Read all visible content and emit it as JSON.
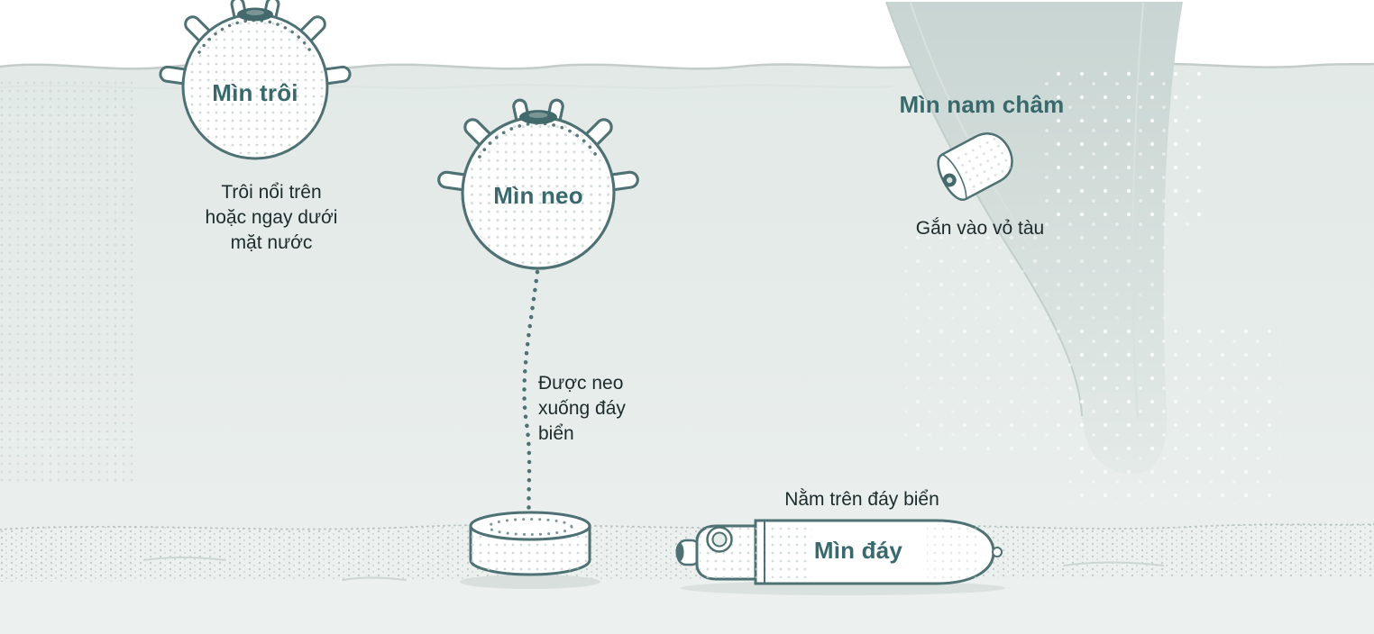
{
  "diagram": {
    "mines": {
      "floating": {
        "title": "Mìn trôi",
        "caption": "Trôi nổi trên hoặc ngay dưới mặt nước",
        "icon": "contact-mine-icon"
      },
      "moored": {
        "title": "Mìn neo",
        "caption": "Được neo xuống đáy biển",
        "icon": "moored-contact-mine-icon"
      },
      "magnetic": {
        "title": "Mìn nam châm",
        "caption": "Gắn vào vỏ tàu",
        "icon": "magnetic-mine-icon"
      },
      "bottom": {
        "title": "Mìn đáy",
        "caption": "Nằm trên đáy biển",
        "icon": "bottom-mine-icon"
      }
    },
    "colors": {
      "title_text": "#38696c",
      "caption_text": "#1c2b2b",
      "mine_outline": "#4e7174",
      "water": "#e5ebe9",
      "ship_hull": "#c9d6d3",
      "seabed": "#ecf0ee"
    }
  }
}
